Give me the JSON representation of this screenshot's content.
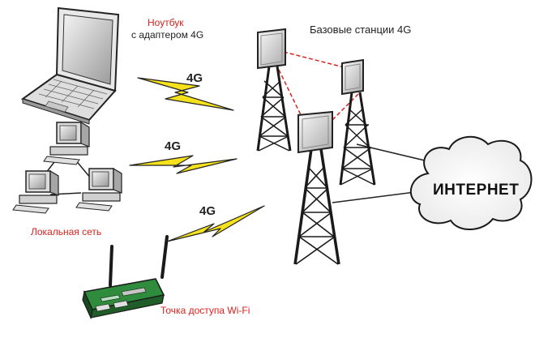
{
  "laptop": {
    "line1": "Ноутбук",
    "line2": "с адаптером 4G"
  },
  "stations": {
    "title": "Базовые станции 4G"
  },
  "local_network": {
    "label": "Локальная сеть"
  },
  "access_point": {
    "label": "Точка доступа Wi-Fi"
  },
  "internet": {
    "label": "ИНТЕРНЕТ"
  },
  "links": {
    "label_1": "4G",
    "label_2": "4G",
    "label_3": "4G"
  },
  "colors": {
    "red_text": "#d8231e",
    "bolt_fill": "#f5e21c",
    "router_green": "#2f8c3c",
    "dashed_link": "#d8231e"
  }
}
